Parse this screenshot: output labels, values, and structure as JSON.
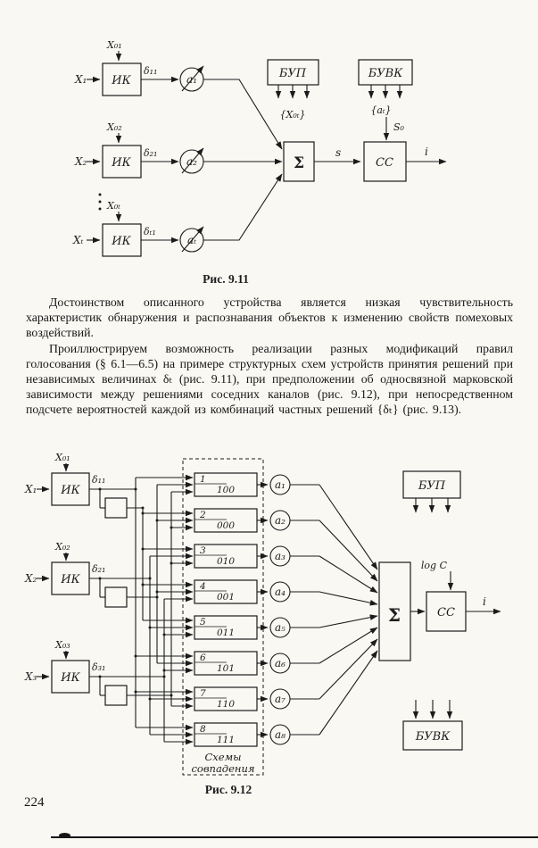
{
  "page": {
    "number": "224"
  },
  "fig911": {
    "caption": "Рис. 9.11",
    "ik_label": "ИК",
    "channels": [
      {
        "input": "X₁",
        "ref": "X₀₁",
        "delta": "δ₁₁",
        "amp": "a₁"
      },
      {
        "input": "X₂",
        "ref": "X₀₂",
        "delta": "δ₂₁",
        "amp": "a₂"
      },
      {
        "input": "Xₜ",
        "ref": "X₀ₜ",
        "delta": "δₜ₁",
        "amp": "aₜ"
      }
    ],
    "sigma": "Σ",
    "s_label": "s",
    "cc": "СС",
    "i_label": "i",
    "bup": "БУП",
    "buvk": "БУВК",
    "set_x": "{X₀ₜ}",
    "set_a": "{aₜ}",
    "s0": "S₀"
  },
  "text": {
    "p1": "Достоинством описанного устройства является низкая чувствительность характеристик обнаружения и распознавания объектов к изменению свойств помеховых воздействий.",
    "p2": "Проиллюстрируем возможность реализации разных модификаций правил голосования (§ 6.1—6.5) на примере структурных схем устройств принятия решений при независимых величинах δₜ (рис. 9.11), при предположении об односвязной марковской зависимости между решениями соседних каналов (рис. 9.12), при непосредственном подсчете вероятностей каждой из комбинаций частных решений {δₜ} (рис. 9.13)."
  },
  "fig912": {
    "caption": "Рис. 9.12",
    "ik_label": "ИК",
    "channels": [
      {
        "input": "X₁",
        "ref": "X₀₁",
        "delta": "δ₁₁"
      },
      {
        "input": "X₂",
        "ref": "X₀₂",
        "delta": "δ₂₁"
      },
      {
        "input": "X₃",
        "ref": "X₀₃",
        "delta": "δ₃₁"
      }
    ],
    "cells": [
      {
        "num": "1",
        "code": "100"
      },
      {
        "num": "2",
        "code": "000"
      },
      {
        "num": "3",
        "code": "010"
      },
      {
        "num": "4",
        "code": "001"
      },
      {
        "num": "5",
        "code": "011"
      },
      {
        "num": "6",
        "code": "101"
      },
      {
        "num": "7",
        "code": "110"
      },
      {
        "num": "8",
        "code": "111"
      }
    ],
    "amps": [
      "a₁",
      "a₂",
      "a₃",
      "a₄",
      "a₅",
      "a₆",
      "a₇",
      "a₈"
    ],
    "sigma": "Σ",
    "log_c": "log C",
    "cc": "СС",
    "i_label": "i",
    "bup": "БУП",
    "buvk": "БУВК",
    "coincidence_line1": "Схемы",
    "coincidence_line2": "совпадения"
  }
}
